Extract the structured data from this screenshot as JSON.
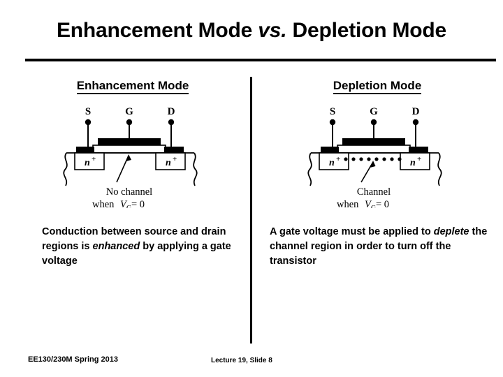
{
  "slide": {
    "title_part1": "Enhancement Mode ",
    "title_vs": "vs.",
    "title_part2": " Depletion Mode",
    "accent_color": "#000000",
    "background_color": "#ffffff"
  },
  "columns": {
    "left": {
      "header": "Enhancement Mode",
      "figure": {
        "terminal_source": "S",
        "terminal_gate": "G",
        "terminal_drain": "D",
        "region_left": "n",
        "region_left_sup": "+",
        "region_right": "n",
        "region_right_sup": "+",
        "caption_line1": "No channel",
        "caption_line2_pre": "when ",
        "caption_line2_var": "V",
        "caption_line2_sub": "G",
        "caption_line2_post": " = 0",
        "channel_dots": 0
      },
      "body_pre": "Conduction between source and drain regions is ",
      "body_em": "enhanced",
      "body_post": " by applying a gate voltage"
    },
    "right": {
      "header": "Depletion Mode",
      "figure": {
        "terminal_source": "S",
        "terminal_gate": "G",
        "terminal_drain": "D",
        "region_left": "n",
        "region_left_sup": "+",
        "region_right": "n",
        "region_right_sup": "+",
        "caption_line1": "Channel",
        "caption_line2_pre": "when ",
        "caption_line2_var": "V",
        "caption_line2_sub": "G",
        "caption_line2_post": " = 0",
        "channel_dots": 8
      },
      "body_pre": "A gate voltage must be applied to ",
      "body_em": "deplete",
      "body_post": " the channel region in order to turn off the transistor"
    }
  },
  "footer": {
    "course": "EE130/230M Spring 2013",
    "lecture": "Lecture 19, Slide 8"
  }
}
